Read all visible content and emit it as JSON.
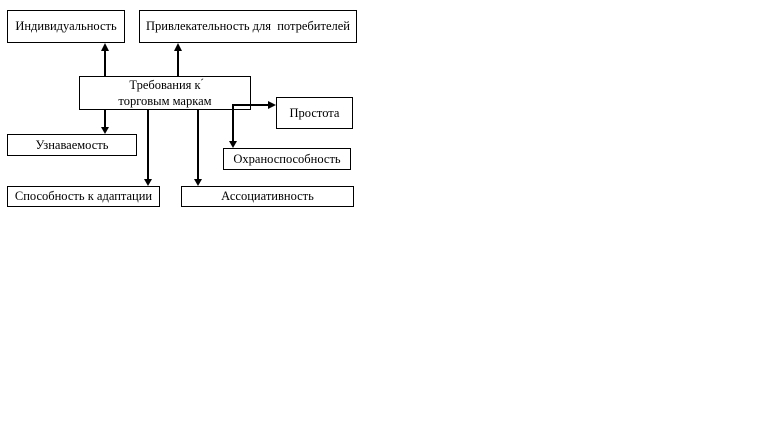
{
  "diagram": {
    "center_node": {
      "line1": "Требования к",
      "line2": "торговым маркам"
    },
    "stray_mark": "´",
    "nodes": {
      "individuality": "Индивидуальность",
      "consumer_appeal": "Привлекательность для  потребителей",
      "simplicity": "Простота",
      "recognizability": "Узнаваемость",
      "protectability": "Охраноспособность",
      "adaptability": "Способность к адаптации",
      "associativity": "Ассоциативность"
    },
    "edges": [
      {
        "from": "center_node",
        "to": "individuality",
        "direction": "up"
      },
      {
        "from": "center_node",
        "to": "consumer_appeal",
        "direction": "up"
      },
      {
        "from": "center_node",
        "to": "simplicity",
        "direction": "right"
      },
      {
        "from": "center_node",
        "to": "recognizability",
        "direction": "down"
      },
      {
        "from": "center_node",
        "to": "protectability",
        "direction": "down"
      },
      {
        "from": "center_node",
        "to": "adaptability",
        "direction": "down"
      },
      {
        "from": "center_node",
        "to": "associativity",
        "direction": "down"
      }
    ],
    "colors": {
      "line": "#000000",
      "box_fill": "#ffffff",
      "text": "#000000",
      "page_background": "#ffffff"
    }
  }
}
